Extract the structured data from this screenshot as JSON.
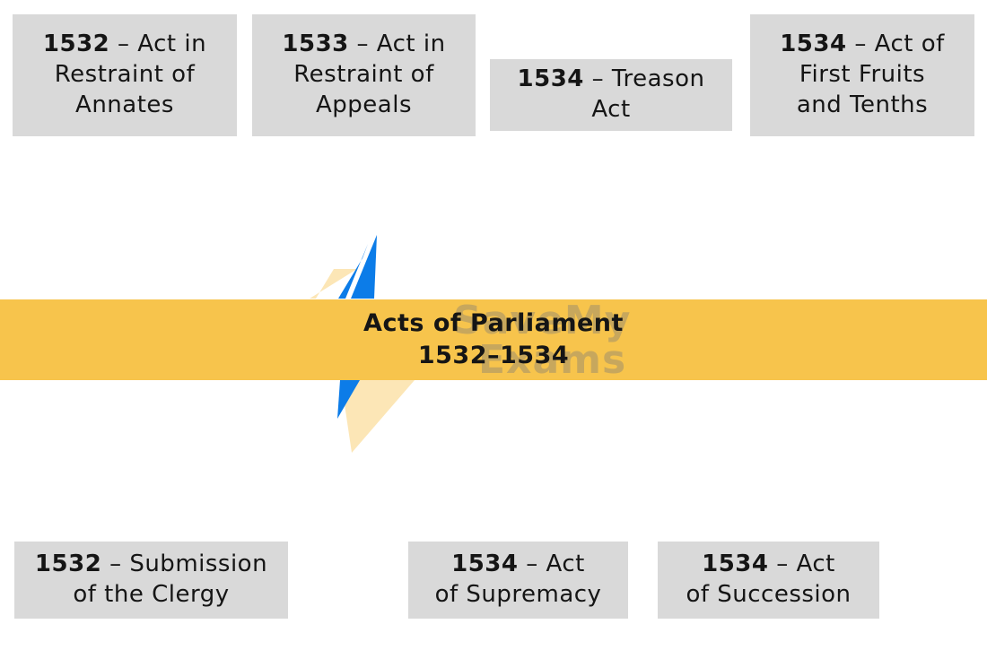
{
  "banner": {
    "line1": "Acts of Parliament",
    "line2": "1532–1534"
  },
  "top_boxes": [
    {
      "year": "1532",
      "first": "– Act in",
      "lines": [
        "Restraint of",
        "Annates"
      ]
    },
    {
      "year": "1533",
      "first": "– Act in",
      "lines": [
        "Restraint of",
        "Appeals"
      ]
    },
    {
      "year": "1534",
      "first": "– Treason",
      "lines": [
        "Act"
      ]
    },
    {
      "year": "1534",
      "first": "– Act of",
      "lines": [
        "First Fruits",
        "and Tenths"
      ]
    }
  ],
  "bottom_boxes": [
    {
      "year": "1532",
      "first": "– Submission",
      "lines": [
        "of the Clergy"
      ]
    },
    {
      "year": "1534",
      "first": "– Act",
      "lines": [
        "of Supremacy"
      ]
    },
    {
      "year": "1534",
      "first": "– Act",
      "lines": [
        "of Succession"
      ]
    }
  ],
  "watermark": {
    "line1": "SaveMy",
    "line2": "Exams"
  },
  "icons": {
    "bolt": "lightning-bolt-icon"
  },
  "colors": {
    "banner": "#F7C44C",
    "box": "#D9D9D9",
    "bolt_blue": "#0C7CE8",
    "watermark_yellow": "#F9D27A",
    "text": "#151515"
  }
}
